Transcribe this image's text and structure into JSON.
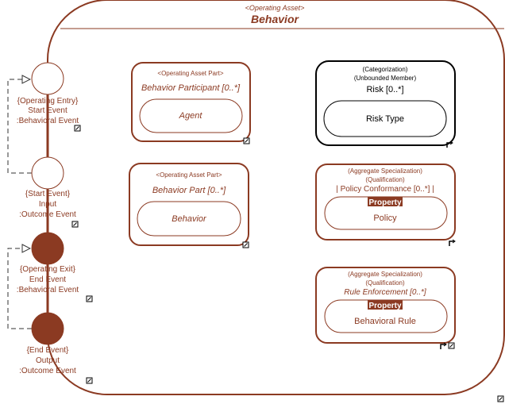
{
  "colors": {
    "accent": "#8b3a22",
    "text": "#8b3a22",
    "dark": "#000000",
    "filled_node": "#8b3a22"
  },
  "container": {
    "stereotype": "<Operating Asset>",
    "title": "Behavior"
  },
  "events": [
    {
      "line1": "{Operating Entry}",
      "line2": "Start Event",
      "line3": ":Behavioral Event"
    },
    {
      "line1": "{Start Event}",
      "line2": "Input",
      "line3": ":Outcome Event"
    },
    {
      "line1": "{Operating Exit}",
      "line2": "End Event",
      "line3": ":Behavioral Event"
    },
    {
      "line1": "{End Event}",
      "line2": "Output",
      "line3": ":Outcome Event"
    }
  ],
  "parts": [
    {
      "stereotype": "<Operating Asset Part>",
      "name": "Behavior Participant [0..*]",
      "inner": "Agent"
    },
    {
      "stereotype": "<Operating Asset Part>",
      "name": "Behavior Part [0..*]",
      "inner": "Behavior"
    }
  ],
  "risk": {
    "stereo1": "(Categorization)",
    "stereo2": "(Unbounded Member)",
    "name": "Risk [0..*]",
    "inner": "Risk Type"
  },
  "policy": {
    "stereo1": "(Aggregate Specialization)",
    "stereo2": "(Qualification)",
    "name": "| Policy Conformance [0..*] |",
    "badge": "Property",
    "inner": "Policy"
  },
  "rule": {
    "stereo1": "(Aggregate Specialization)",
    "stereo2": "(Qualification)",
    "name": "Rule Enforcement [0..*]",
    "badge": "Property",
    "inner": "Behavioral Rule"
  },
  "icons": [
    "expand-icon",
    "return-arrow-icon"
  ]
}
